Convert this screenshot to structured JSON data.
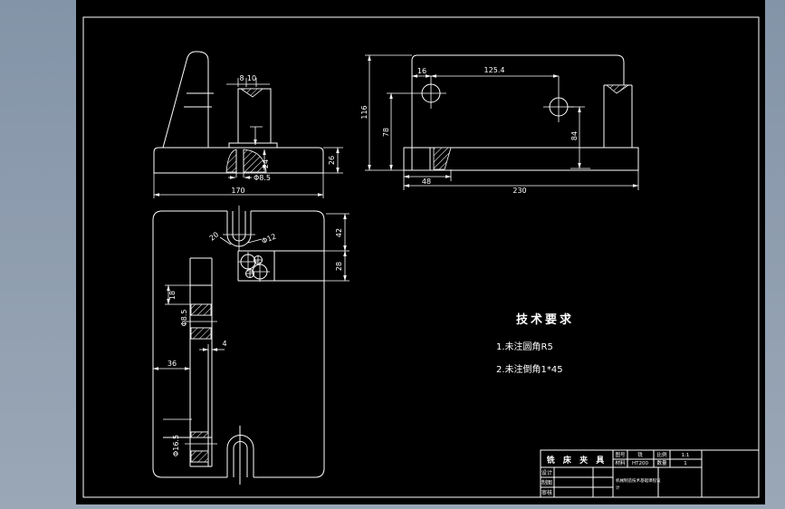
{
  "page": {
    "background_top": "#8494a8",
    "background_bottom": "#9aa7b6",
    "canvas_color": "#000000",
    "line_color": "#ffffff"
  },
  "views": {
    "front": {
      "dims": {
        "d8": "8",
        "d10": "10",
        "d24": "24",
        "dia85": "Φ8.5",
        "d170": "170",
        "d26": "26"
      }
    },
    "plan": {
      "dims": {
        "d16": "16",
        "d125": "125.4",
        "d116": "116",
        "d78": "78",
        "d84": "84",
        "d48": "48",
        "d230": "230"
      }
    },
    "top": {
      "dims": {
        "d20": "20",
        "dia12": "Φ12",
        "d42": "42",
        "d28": "28",
        "d18": "18",
        "dia85": "Φ8.5",
        "d4": "4",
        "d36": "36",
        "dia165": "Φ16.5"
      }
    }
  },
  "tech_requirements": {
    "title": "技术要求",
    "items": [
      "1.未注圆角R5",
      "2.未注倒角1*45"
    ]
  },
  "title_block": {
    "part_name": "铣 床 夹 具",
    "drawing_no_label": "图号",
    "drawing_no": "铣",
    "scale_label": "比例",
    "scale": "1:1",
    "material_label": "材料",
    "material": "HT200",
    "qty_label": "数量",
    "qty": "1",
    "sig_row1": "设计",
    "sig_row2": "制图",
    "sig_row3": "审核",
    "course_line1": "机械制造技术基础课程设",
    "course_line2": "计"
  }
}
